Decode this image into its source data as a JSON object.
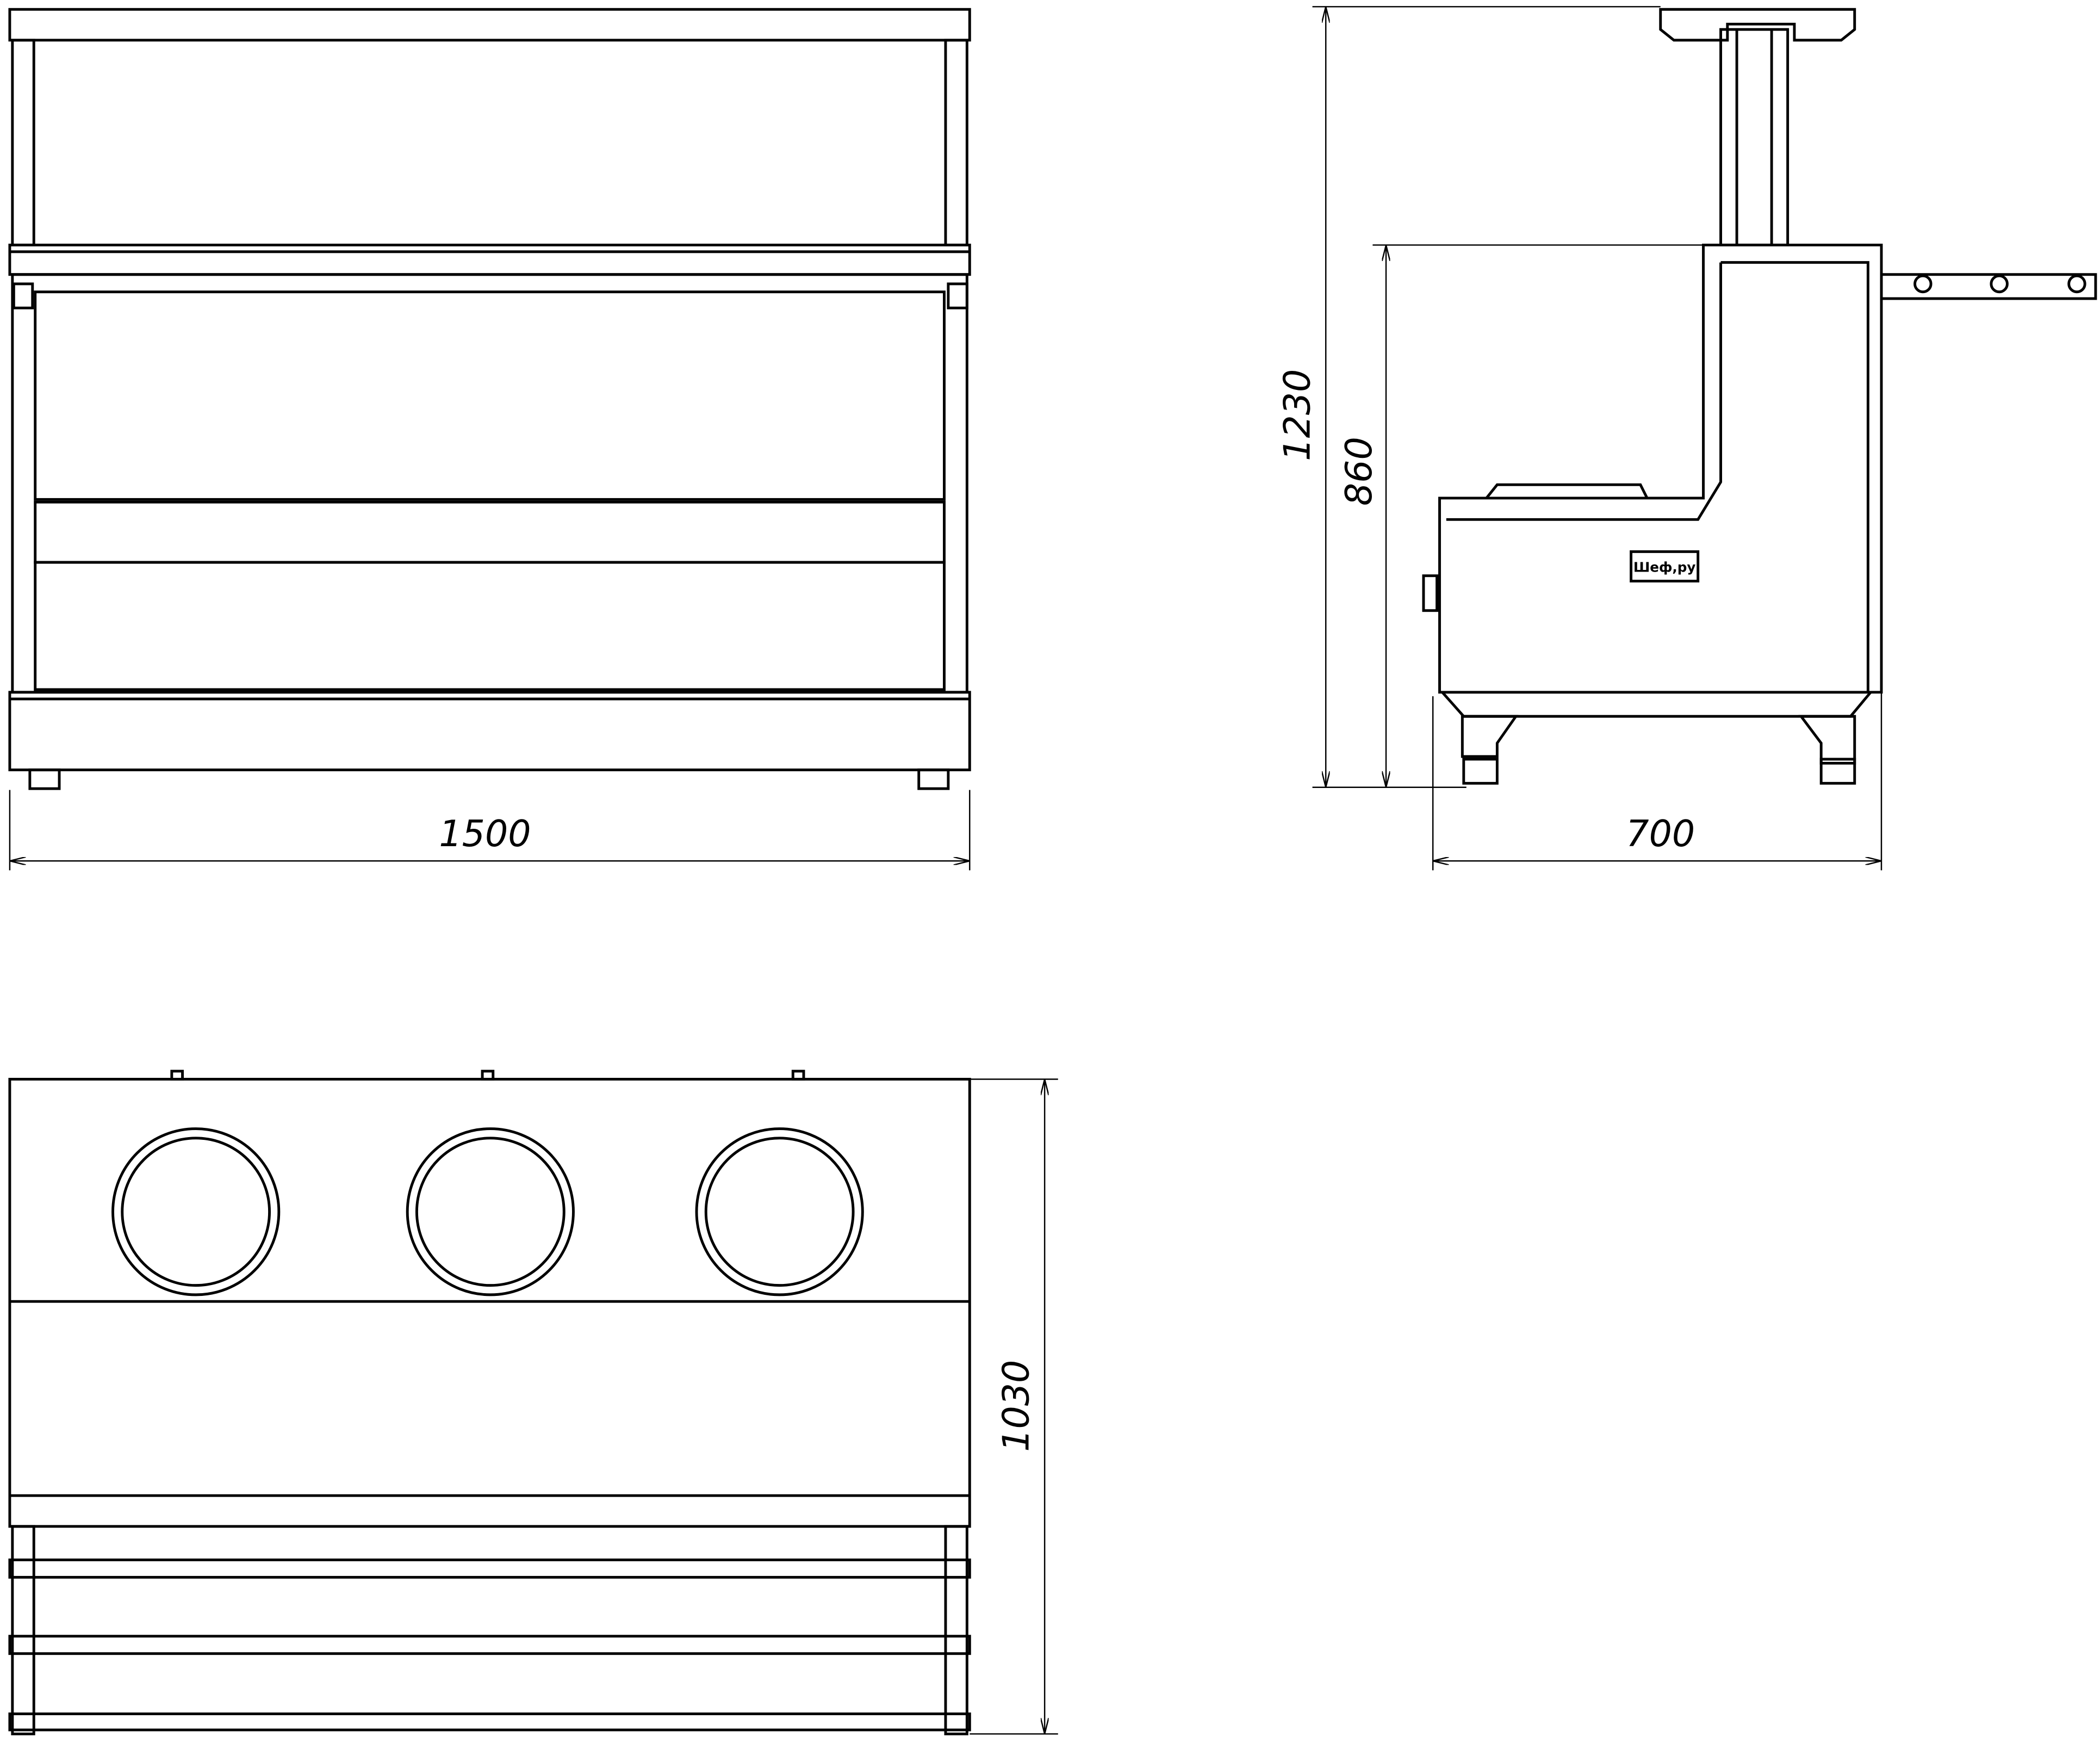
{
  "drawing": {
    "front_view": {
      "width_label": "1500"
    },
    "side_view": {
      "total_height_label": "1230",
      "counter_height_label": "860",
      "depth_label": "700",
      "logo_text": "Шеф,ру"
    },
    "top_view": {
      "depth_label": "1030"
    },
    "colors": {
      "line": "#000000",
      "background": "#ffffff"
    }
  }
}
